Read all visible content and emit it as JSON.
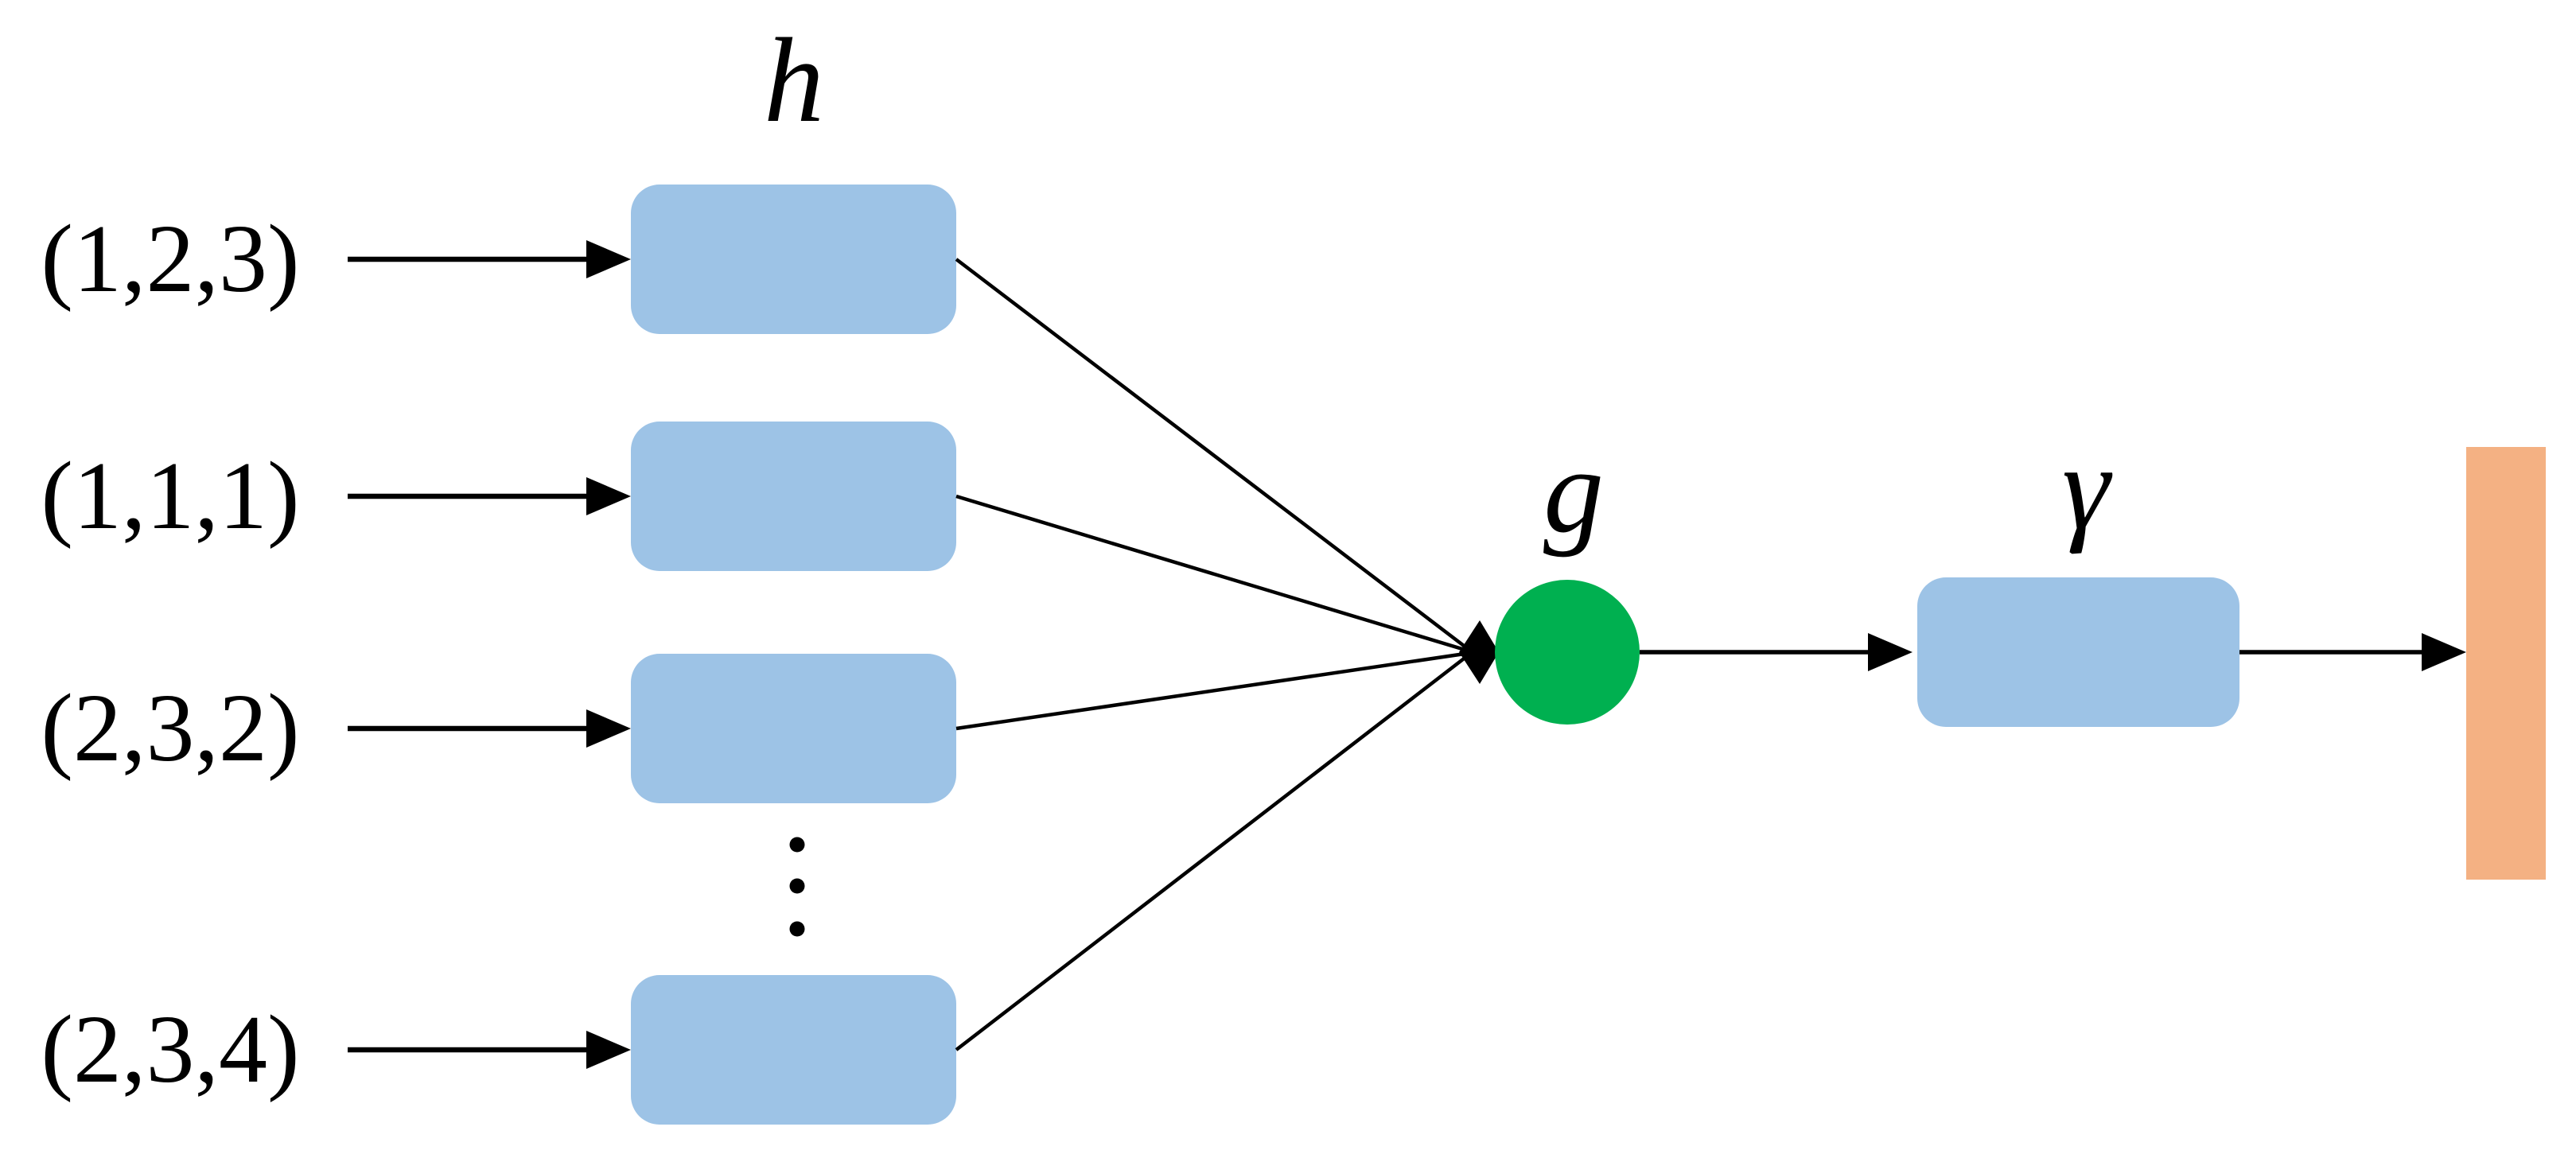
{
  "diagram": {
    "inputs": [
      {
        "label": "(1,2,3)"
      },
      {
        "label": "(1,1,1)"
      },
      {
        "label": "(2,3,2)"
      },
      {
        "label": "(2,3,4)"
      }
    ],
    "function_labels": {
      "h": "h",
      "g": "g",
      "gamma": "γ"
    },
    "colors": {
      "box_fill": "#9DC3E6",
      "aggregator_fill": "#00B050",
      "output_fill": "#F4B183",
      "line": "#000000"
    }
  }
}
